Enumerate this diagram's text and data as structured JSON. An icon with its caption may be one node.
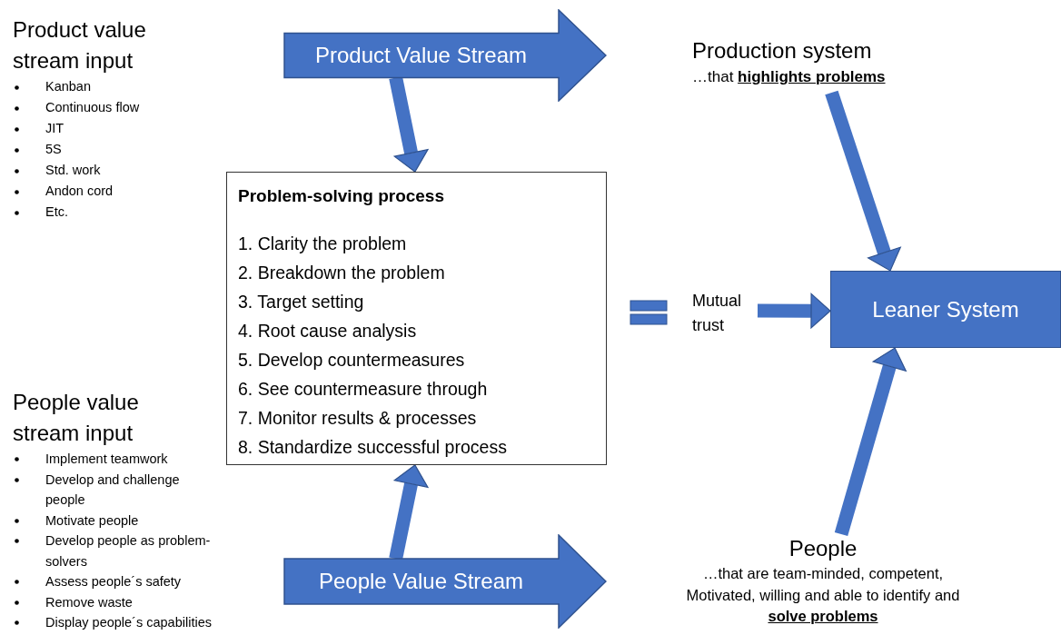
{
  "diagram": {
    "nodes": [
      {
        "text": [
          "Product Value Stream"
        ]
      },
      {
        "text": [
          "Problem-solving process",
          "1. Clarity the problem",
          "2. Breakdown the problem",
          "3. Target setting",
          "4. Root cause analysis",
          "5. Develop countermeasures",
          "6. See countermeasure through",
          "7. Monitor results & processes",
          "8. Standardize successful process"
        ]
      },
      {
        "text": [
          "People Value Stream"
        ]
      },
      {
        "text": [
          "Production system",
          "…that **highlights problems**"
        ]
      },
      {
        "text": [
          "Mutual trust"
        ]
      },
      {
        "text": [
          "Leaner System"
        ]
      },
      {
        "text": [
          "People",
          "…that are team-minded, competent, Motivated, willing and able to identify and  **solve problems**"
        ]
      }
    ],
    "edges": [
      {
        "from": 0,
        "to": 1,
        "arrow": "to"
      },
      {
        "from": 2,
        "to": 1,
        "arrow": "to"
      },
      {
        "from": 3,
        "to": 5,
        "arrow": "to"
      },
      {
        "from": 4,
        "to": 5,
        "arrow": "to"
      },
      {
        "from": 6,
        "to": 5,
        "arrow": "to"
      }
    ],
    "labels": [
      "Product value stream input",
      "Kanban",
      "Continuous flow",
      "JIT",
      "5S",
      "Std. work",
      "Andon cord",
      "Etc.",
      "People value stream input",
      "Implement teamwork",
      "Develop and challenge people",
      "Motivate people",
      "Develop people as problem-solvers",
      "Assess people´s safety",
      "Remove waste",
      "Display people´s capabilities"
    ]
  }
}
